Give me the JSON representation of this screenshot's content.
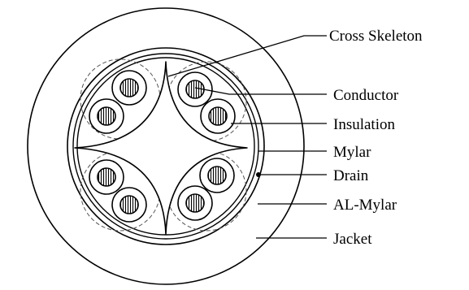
{
  "diagram": {
    "labels": {
      "cross_skeleton": "Cross Skeleton",
      "conductor": "Conductor",
      "insulation": "Insulation",
      "mylar": "Mylar",
      "drain": "Drain",
      "al_mylar": "AL-Mylar",
      "jacket": "Jacket"
    },
    "pair_count": 4,
    "conductor_count": 8
  },
  "colors": {
    "stroke": "#000000",
    "background": "#ffffff"
  }
}
